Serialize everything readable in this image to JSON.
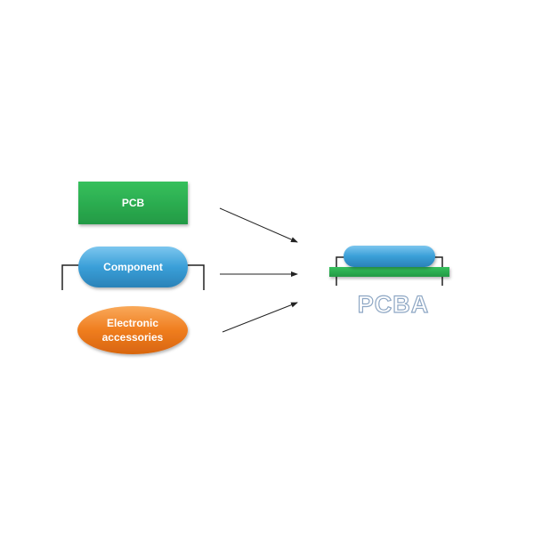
{
  "inputs": {
    "pcb": {
      "label": "PCB",
      "color": "#27ae4e"
    },
    "component": {
      "label": "Component",
      "color": "#3a9fd8"
    },
    "accessories": {
      "line1": "Electronic",
      "line2": "accessories",
      "color": "#ef7d1f"
    }
  },
  "result": {
    "label": "PCBA",
    "board_color": "#2eb851",
    "part_color": "#3a9fd8"
  },
  "arrow_color": "#222222"
}
